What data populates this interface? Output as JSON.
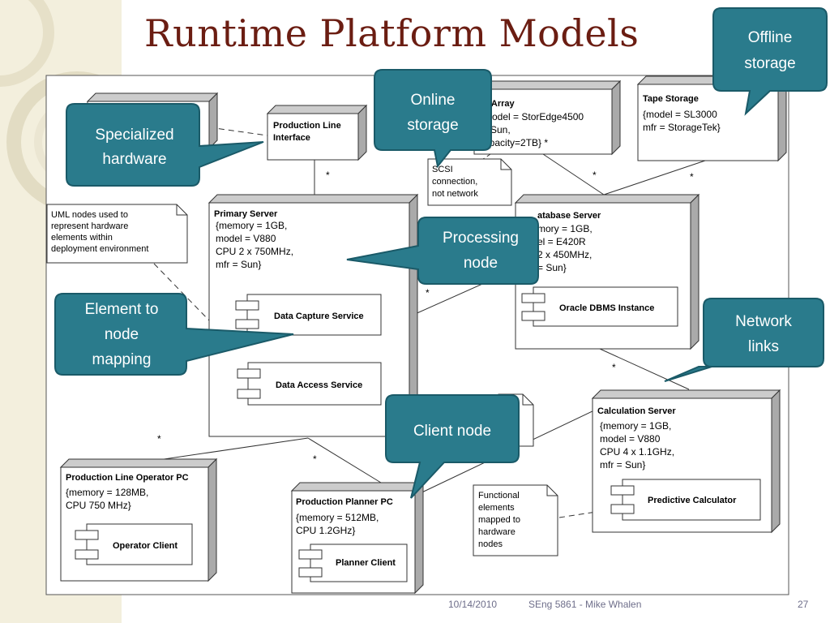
{
  "slide": {
    "title": "Runtime Platform Models",
    "footer": {
      "date": "10/14/2010",
      "course": "SEng 5861 - Mike Whalen",
      "page": "27"
    }
  },
  "nodes": {
    "production_line_interface": [
      "Production Line",
      "Interface"
    ],
    "disk_array": {
      "name": "sk Array",
      "props": [
        "model = StorEdge4500",
        "Sun,",
        "apacity=2TB}  *"
      ]
    },
    "tape_storage": {
      "name": "Tape Storage",
      "props": [
        "{model = SL3000",
        " mfr = StorageTek}"
      ]
    },
    "primary_server": {
      "name": "Primary Server",
      "props": [
        "{memory = 1GB,",
        " model = V880",
        " CPU 2 x 750MHz,",
        " mfr = Sun}"
      ],
      "components": [
        "Data Capture Service",
        "Data Access Service"
      ]
    },
    "database_server": {
      "name": "atabase Server",
      "props": [
        "mory = 1GB,",
        "el = E420R",
        "2 x 450MHz,",
        "= Sun}"
      ],
      "components": [
        "Oracle DBMS Instance"
      ]
    },
    "calculation_server": {
      "name": "Calculation Server",
      "props": [
        "{memory = 1GB,",
        " model = V880",
        " CPU 4 x 1.1GHz,",
        " mfr = Sun}"
      ],
      "components": [
        "Predictive Calculator"
      ]
    },
    "operator_pc": {
      "name": "Production Line Operator PC",
      "props": [
        "{memory = 128MB,",
        " CPU 750 MHz}"
      ],
      "components": [
        "Operator Client"
      ]
    },
    "planner_pc": {
      "name": "Production Planner PC",
      "props": [
        "{memory = 512MB,",
        " CPU 1.2GHz}"
      ],
      "components": [
        "Planner Client"
      ]
    }
  },
  "notes": {
    "uml": [
      "UML nodes used to",
      "represent hardware",
      "elements within",
      "deployment environment"
    ],
    "scsi": [
      "SCSI",
      "connection,",
      "not network"
    ],
    "functional": [
      "Functional",
      "elements",
      "mapped to",
      "hardware",
      "nodes"
    ]
  },
  "callouts": {
    "specialized_hardware": [
      "Specialized",
      "hardware"
    ],
    "online_storage": [
      "Online",
      "storage"
    ],
    "offline_storage": [
      "Offline",
      "storage"
    ],
    "processing_node": [
      "Processing",
      "node"
    ],
    "element_mapping": [
      "Element to",
      "node",
      "mapping"
    ],
    "network_links": [
      "Network",
      "links"
    ],
    "client_node": [
      "Client node"
    ]
  },
  "multiplicity": "*",
  "colors": {
    "callout_fill": "#2a7b8c",
    "callout_stroke": "#1a5a68",
    "title": "#6b1d12",
    "deco": "#d8cfa8"
  }
}
